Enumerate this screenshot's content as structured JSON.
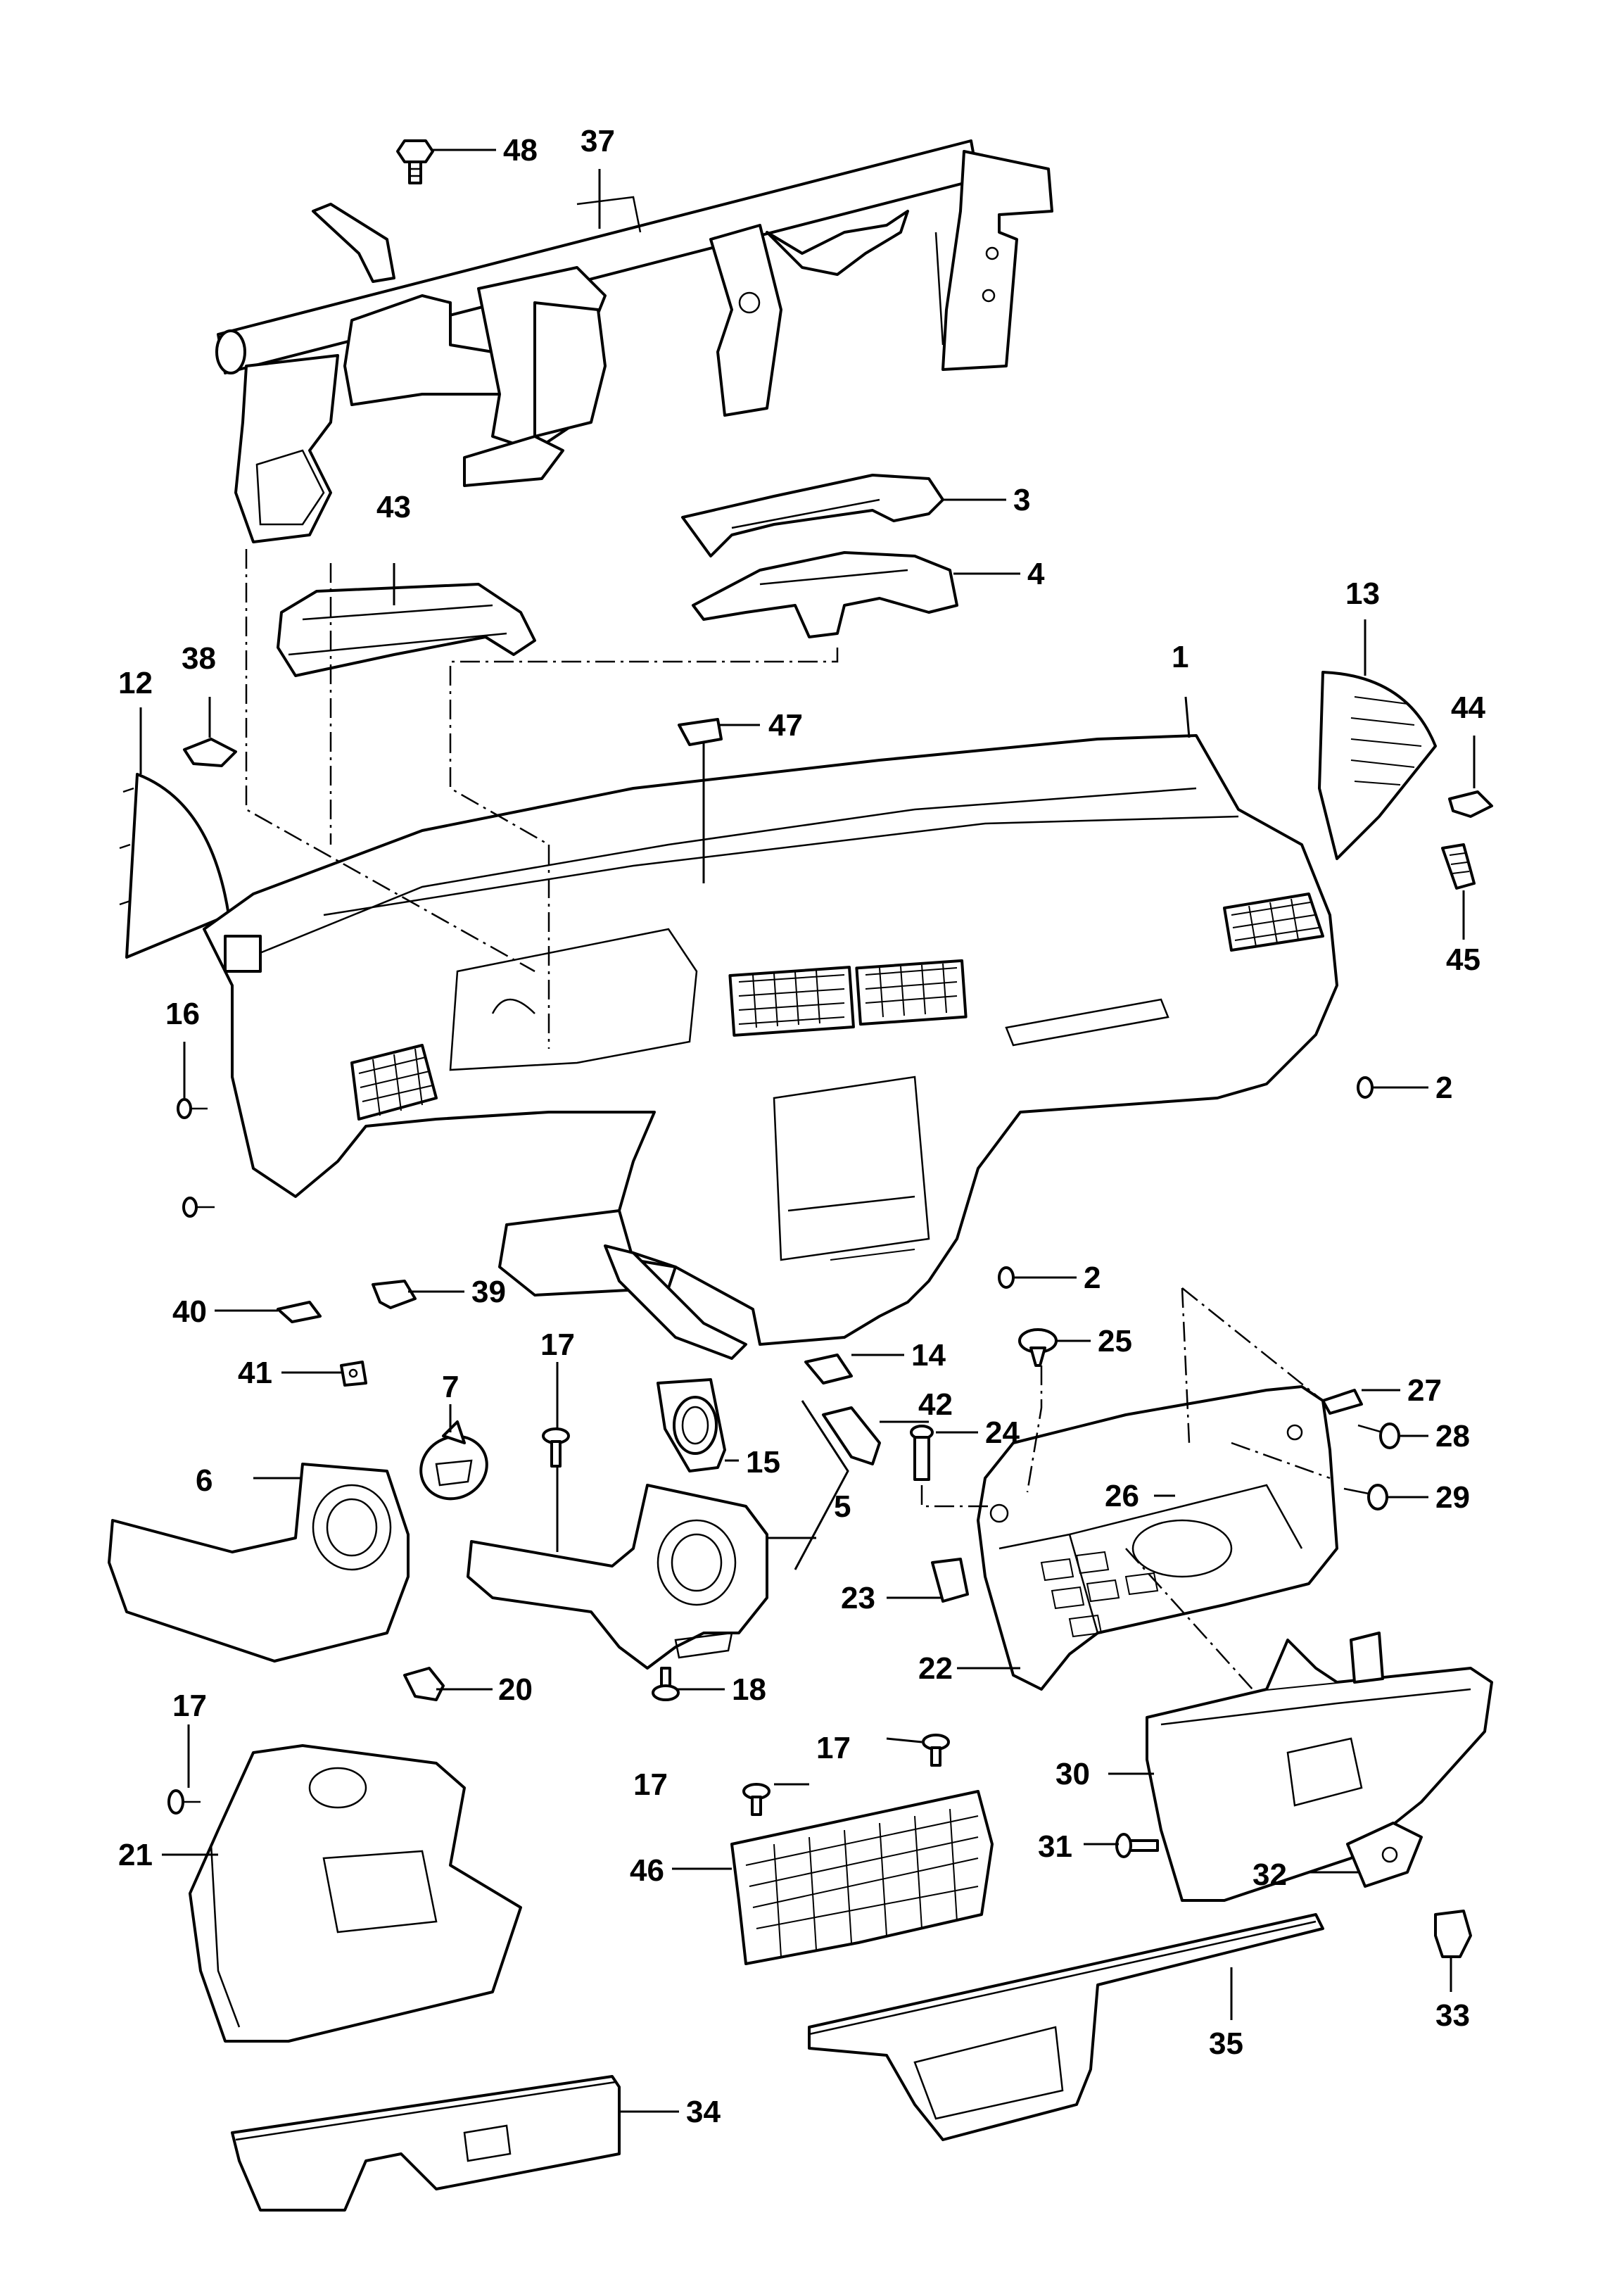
{
  "labels": {
    "l48": "48",
    "l37": "37",
    "l43": "43",
    "l3": "3",
    "l4": "4",
    "l13": "13",
    "l38": "38",
    "l12": "12",
    "l1": "1",
    "l47": "47",
    "l44": "44",
    "l45": "45",
    "l16": "16",
    "l2a": "2",
    "l2b": "2",
    "l40": "40",
    "l39": "39",
    "l41": "41",
    "l7": "7",
    "l17a": "17",
    "l14": "14",
    "l25": "25",
    "l27": "27",
    "l42": "42",
    "l24": "24",
    "l28": "28",
    "l6": "6",
    "l15": "15",
    "l26": "26",
    "l29": "29",
    "l5": "5",
    "l23": "23",
    "l22": "22",
    "l20": "20",
    "l18": "18",
    "l17b": "17",
    "l17c": "17",
    "l17d": "17",
    "l30": "30",
    "l21": "21",
    "l46": "46",
    "l31": "31",
    "l32": "32",
    "l33": "33",
    "l35": "35",
    "l34": "34"
  }
}
